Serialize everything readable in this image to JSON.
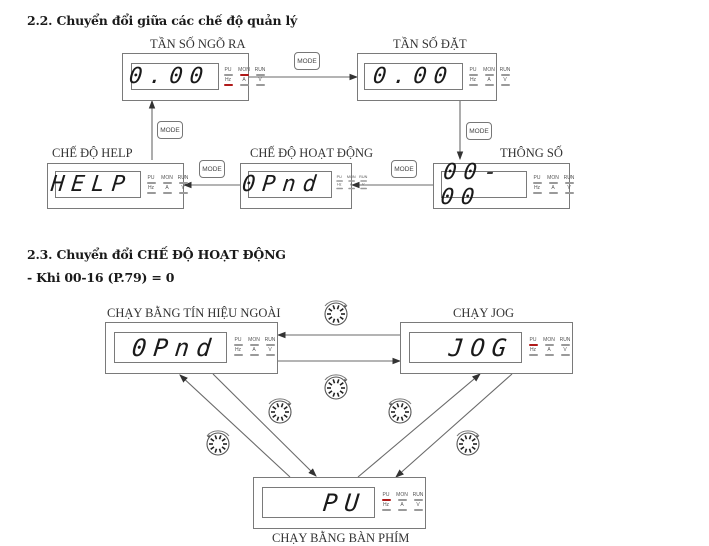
{
  "section_2_2": {
    "title": "2.2. Chuyển đổi giữa các chế độ quản lý",
    "button_label": "MODE",
    "displays": [
      {
        "id": "output-frequency",
        "caption": "TẦN SỐ NGÕ RA",
        "value": "0.00",
        "leds_on": [
          "MON",
          "Hz"
        ]
      },
      {
        "id": "set-frequency",
        "caption": "TẦN SỐ ĐẶT",
        "value": "0.00",
        "leds_on": []
      },
      {
        "id": "parameter",
        "caption": "THÔNG SỐ",
        "value": "00-00",
        "leds_on": []
      },
      {
        "id": "operation-mode",
        "caption": "CHẾ ĐỘ HOẠT ĐỘNG",
        "value": "0Pnd",
        "leds_on": []
      },
      {
        "id": "help-mode",
        "caption": "CHẾ ĐỘ HELP",
        "value": "HELP",
        "leds_on": []
      }
    ],
    "flow": [
      "TẦN SỐ NGÕ RA",
      "TẦN SỐ ĐẶT",
      "THÔNG SỐ",
      "CHẾ ĐỘ HOẠT ĐỘNG",
      "CHẾ ĐỘ HELP",
      "TẦN SỐ NGÕ RA"
    ]
  },
  "section_2_3": {
    "title": "2.3. Chuyển đổi CHẾ ĐỘ HOẠT ĐỘNG",
    "condition": "- Khi 00-16 (P.79) = 0",
    "displays": [
      {
        "id": "external-signal",
        "caption": "CHẠY BẰNG TÍN HIỆU NGOÀI",
        "value": "0Pnd",
        "leds_on": []
      },
      {
        "id": "jog",
        "caption": "CHẠY JOG",
        "value": "JOG",
        "leds_on": [
          "PU"
        ]
      },
      {
        "id": "keypad",
        "caption": "CHẠY BẰNG BÀN PHÍM",
        "value": "PU",
        "leds_on": [
          "PU"
        ]
      }
    ],
    "dial_icon": "rotary-knob-icon"
  },
  "led_labels": {
    "top": [
      "PU",
      "MON",
      "RUN"
    ],
    "bottom": [
      "Hz",
      "A",
      "V"
    ]
  },
  "colors": {
    "led_on": "#b01a1a",
    "led_off": "#9a9a9a",
    "line": "#6a6a6a"
  }
}
